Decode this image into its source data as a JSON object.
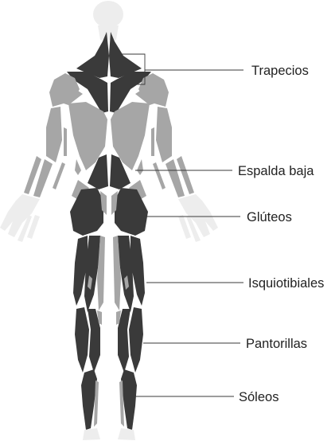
{
  "labels": {
    "trapecios": "Trapecios",
    "espalda_baja": "Espalda baja",
    "gluteos": "Glúteos",
    "isquiotibiales": "Isquiotibiales",
    "pantorrillas": "Pantorillas",
    "soleos": "Sóleos"
  },
  "colors": {
    "background": "#ffffff",
    "inactive_muscle": "#a6a6a6",
    "active_muscle": "#3a3a3a",
    "skin": "#ededed",
    "leader_line": "#3a3a3a"
  }
}
